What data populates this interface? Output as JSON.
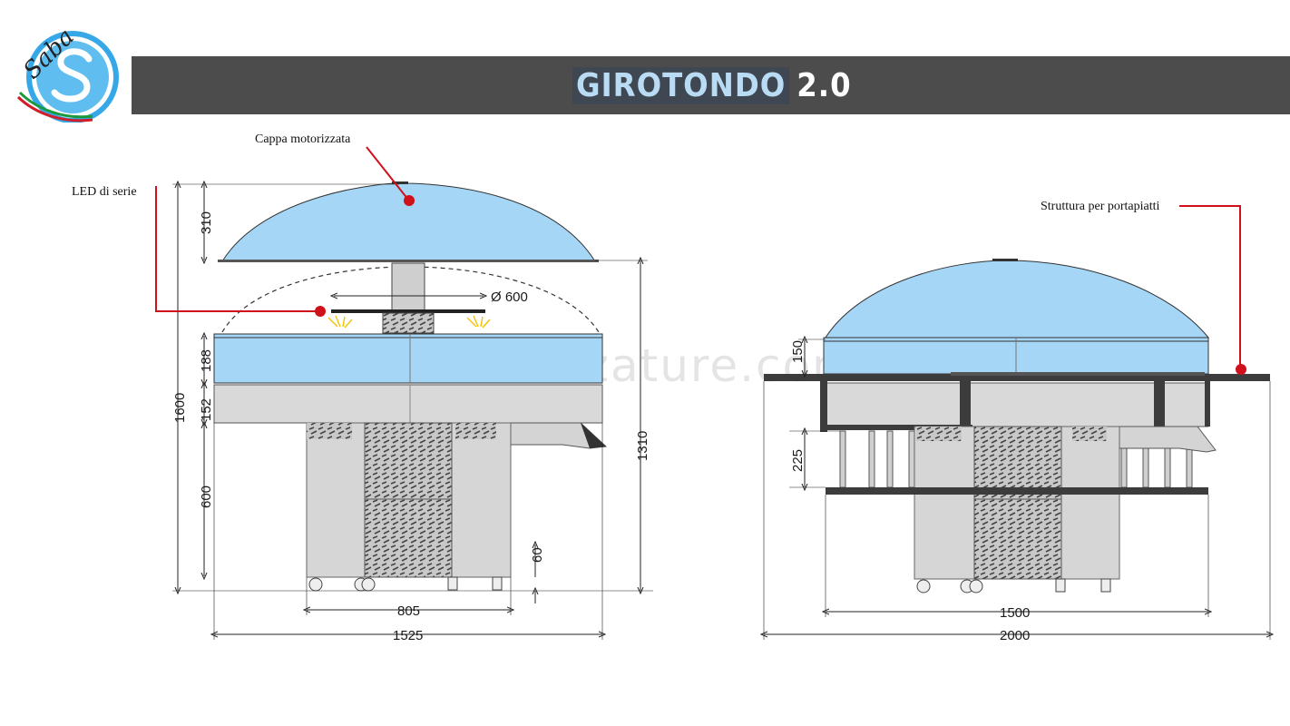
{
  "brand": {
    "logo_text": "Saba",
    "logo_letter": "S"
  },
  "header": {
    "title_main": "GIROTONDO",
    "title_version": "2.0"
  },
  "watermark": "sabattrezzature.com",
  "callouts": {
    "hood": "Cappa motorizzata",
    "led": "LED di serie",
    "plate_structure": "Struttura per portapiatti"
  },
  "dimensions": {
    "front": {
      "hood_height": "310",
      "hood_diameter": "Ø 600",
      "upper_band": "188",
      "lower_band": "152",
      "base_height": "600",
      "wheel_height": "60",
      "total_height": "1600",
      "counter_height": "1310",
      "base_width": "805",
      "total_width": "1525"
    },
    "side": {
      "upper_band": "150",
      "shelf_gap": "225",
      "inner_width": "1500",
      "total_width": "2000"
    }
  },
  "colors": {
    "header_bg": "#4c4c4c",
    "title_highlight": "#b9dcf4",
    "dome_fill": "#a6d6f5",
    "steel": "#d9d9d9",
    "callout_red": "#d0101a"
  }
}
